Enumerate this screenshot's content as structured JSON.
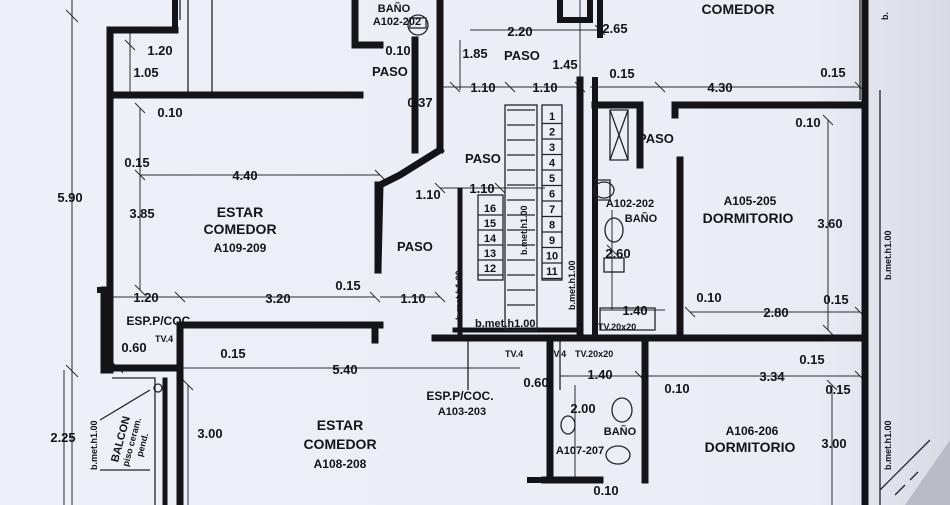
{
  "rooms": {
    "comedor_top": "COMEDOR",
    "estar_left_1": "ESTAR",
    "estar_left_2": "COMEDOR",
    "estar_left_code": "A109-209",
    "estar_bottom_1": "ESTAR",
    "estar_bottom_2": "COMEDOR",
    "estar_bottom_code": "A108-208",
    "dorm_a105": "DORMITORIO",
    "dorm_a105_code": "A105-205",
    "dorm_a106": "DORMITORIO",
    "dorm_a106_code": "A106-206",
    "bano_top": "BAÑO",
    "bano_top_code": "A102-202",
    "bano_mid": "BAÑO",
    "bano_mid_code": "A102-202",
    "bano_bottom": "BAÑO",
    "bano_bottom_code": "A107-207",
    "esp_coc_left": "ESP.P/COC.",
    "esp_coc_mid": "ESP.P/COC.",
    "esp_coc_mid_code": "A103-203",
    "balcon": "BALCON",
    "balcon_sub1": "piso ceram.",
    "balcon_sub2": "pend.",
    "paso_1": "PASO",
    "paso_2": "PASO",
    "paso_3": "PASO",
    "paso_4": "PASO",
    "paso_5": "PASO"
  },
  "stairs": {
    "right_flight": [
      "1",
      "2",
      "3",
      "4",
      "5",
      "6",
      "7",
      "8",
      "9",
      "10",
      "11"
    ],
    "left_flight": [
      "12",
      "13",
      "14",
      "15",
      "16"
    ]
  },
  "notes": {
    "bmet_stair_left": "b.met.h1.00",
    "bmet_stair_mid": "b.met.h1.00",
    "bmet_stair_bottom": "b.met.h1.00",
    "bmet_stair_right": "b.met.h1.00",
    "bmet_right_1": "b.met.h1.00",
    "bmet_right_2": "b.met.h1.00",
    "bmet_right_top": "b.",
    "bmet_left": "b.met.h1.00",
    "tv_1": "TV.20x20",
    "tv_2": "TV.4",
    "tv_3": "TV.4",
    "tv_4": "TV.20x20",
    "tv_5": "TV.4"
  },
  "dimensions": {
    "d_120_top": "1.20",
    "d_105": "1.05",
    "d_010_a": "0.10",
    "d_015_a": "0.15",
    "d_440": "4.40",
    "d_385": "3.85",
    "d_590": "5.90",
    "d_120_mid": "1.20",
    "d_320": "3.20",
    "d_015_b": "0.15",
    "d_110_c": "1.10",
    "d_060_a": "0.60",
    "d_015_c": "0.15",
    "d_540": "5.40",
    "d_300_a": "3.00",
    "d_225": "2.25",
    "d_010_b": "0.10",
    "d_185": "1.85",
    "d_220": "2.20",
    "d_265": "2.65",
    "d_145": "1.45",
    "d_110_a": "1.10",
    "d_110_b": "1.10",
    "d_037": "0.37",
    "d_110_d": "1.10",
    "d_110_e": "1.10",
    "d_015_d": "0.15",
    "d_430": "4.30",
    "d_015_e": "0.15",
    "d_010_c": "0.10",
    "d_360": "3.60",
    "d_260": "2.60",
    "d_140_a": "1.40",
    "d_010_d": "0.10",
    "d_280": "2.80",
    "d_015_f": "0.15",
    "d_015_g": "0.15",
    "d_015_h": "0.15",
    "d_060_b": "0.60",
    "d_140_b": "1.40",
    "d_010_e": "0.10",
    "d_334": "3.34",
    "d_200": "2.00",
    "d_300_b": "3.00",
    "d_010_f": "0.10"
  }
}
